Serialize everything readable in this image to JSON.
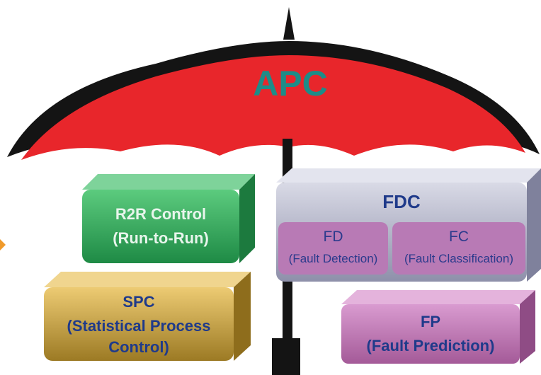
{
  "umbrella": {
    "label": "APC",
    "color": "#E8262B",
    "label_color": "#1E8C88"
  },
  "r2r": {
    "title": "R2R Control",
    "subtitle": "(Run-to-Run)",
    "color": "#2EA15A",
    "text_color": "#E8F5EC"
  },
  "spc": {
    "title": "SPC",
    "line2": "(Statistical Process",
    "line3": "Control)",
    "color": "#C9A33F",
    "text_color": "#1F3A8A"
  },
  "fdc": {
    "title": "FDC",
    "color": "#9B9DB6",
    "text_color": "#1F3A8A",
    "fd": {
      "title": "FD",
      "subtitle": "(Fault Detection)"
    },
    "fc": {
      "title": "FC",
      "subtitle": "(Fault Classification)"
    },
    "sub_color": "#B87AB5",
    "sub_text_color": "#2B3A8C"
  },
  "fp": {
    "title": "FP",
    "subtitle": "(Fault Prediction)",
    "color": "#BD6FB1",
    "text_color": "#1F3A8A"
  }
}
